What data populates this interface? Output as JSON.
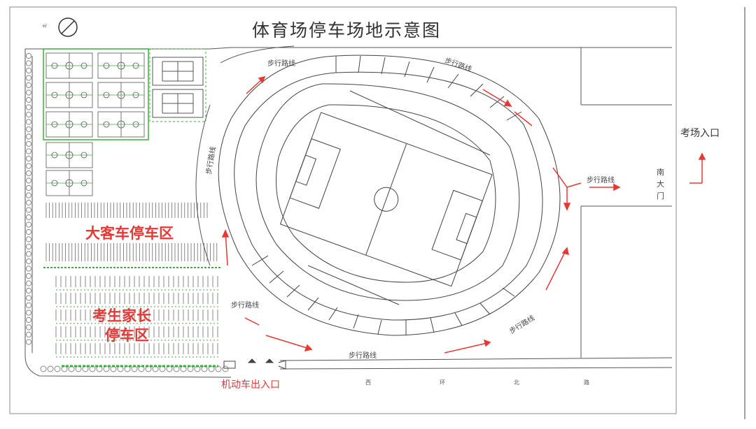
{
  "title": "体育场停车场地示意图",
  "zones": {
    "bus_parking": "大客车停车区",
    "parent_parking_line1": "考生家长",
    "parent_parking_line2": "停车区"
  },
  "walkway_label": "步行路线",
  "south_gate": {
    "line1": "南",
    "line2": "大",
    "line3": "门"
  },
  "exam_entrance": "考场入口",
  "vehicle_entrance": "机动车出入口",
  "road_name": {
    "c1": "西",
    "c2": "环",
    "c3": "北",
    "c4": "路"
  },
  "colors": {
    "accent_red": "#e53935",
    "court_green": "#3cae3c",
    "line": "#555555"
  }
}
